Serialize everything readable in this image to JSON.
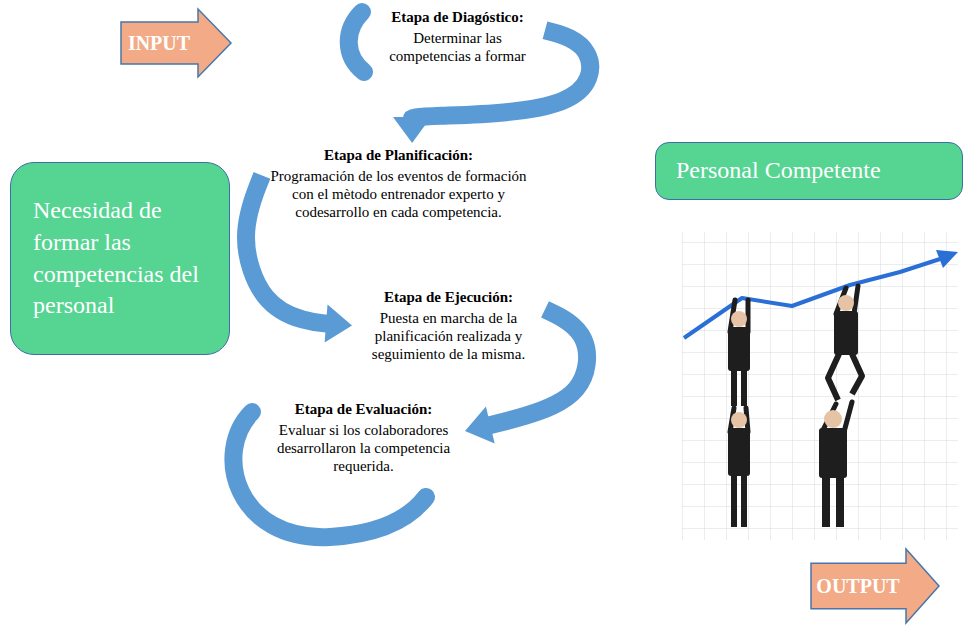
{
  "diagram": {
    "nodes": [
      {
        "text": [
          "INPUT"
        ]
      },
      {
        "text": [
          "Necesidad de formar las competencias del personal"
        ]
      },
      {
        "text": [
          "Etapa de Diagóstico:",
          "Determinar las competencias a formar"
        ]
      },
      {
        "text": [
          "Etapa de Planificación:",
          "Programación de los eventos de formación con el mètodo entrenador experto y codesarrollo en cada competencia."
        ]
      },
      {
        "text": [
          "Etapa de Ejecución:",
          "Puesta en marcha de la planificación realizada y seguimiento de la misma."
        ]
      },
      {
        "text": [
          "Etapa de Evaluación:",
          "Evaluar si los colaboradores desarrollaron la competencia requerida."
        ]
      },
      {
        "text": [
          "Personal Competente"
        ]
      },
      {
        "text": [
          "OUTPUT"
        ]
      }
    ],
    "edges": [
      {
        "from": 2,
        "to": 3,
        "arrow": "to"
      },
      {
        "from": 3,
        "to": 4,
        "arrow": "to"
      },
      {
        "from": 4,
        "to": 5,
        "arrow": "to"
      }
    ]
  }
}
